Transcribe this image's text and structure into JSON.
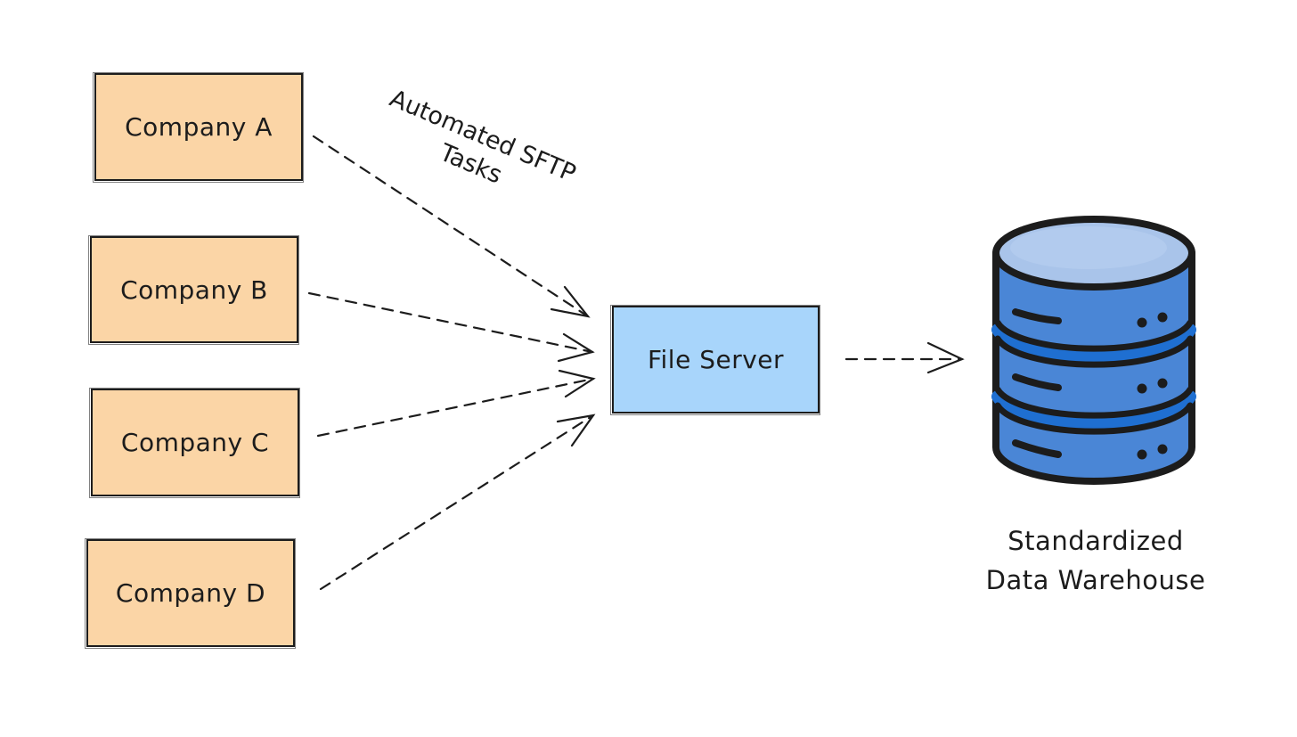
{
  "nodes": {
    "company_a": "Company A",
    "company_b": "Company B",
    "company_c": "Company C",
    "company_d": "Company D",
    "file_server": "File Server"
  },
  "edge_label": {
    "line1": "Automated SFTP",
    "line2": "Tasks"
  },
  "warehouse": {
    "line1": "Standardized",
    "line2": "Data Warehouse",
    "icon": "database-icon"
  },
  "colors": {
    "company_fill": "#fbd5a6",
    "file_server_fill": "#a8d5fb",
    "database_body": "#4a86d6",
    "database_top": "#a9c4ea",
    "database_band": "#1f6fd1",
    "stroke": "#1c1c1c"
  }
}
